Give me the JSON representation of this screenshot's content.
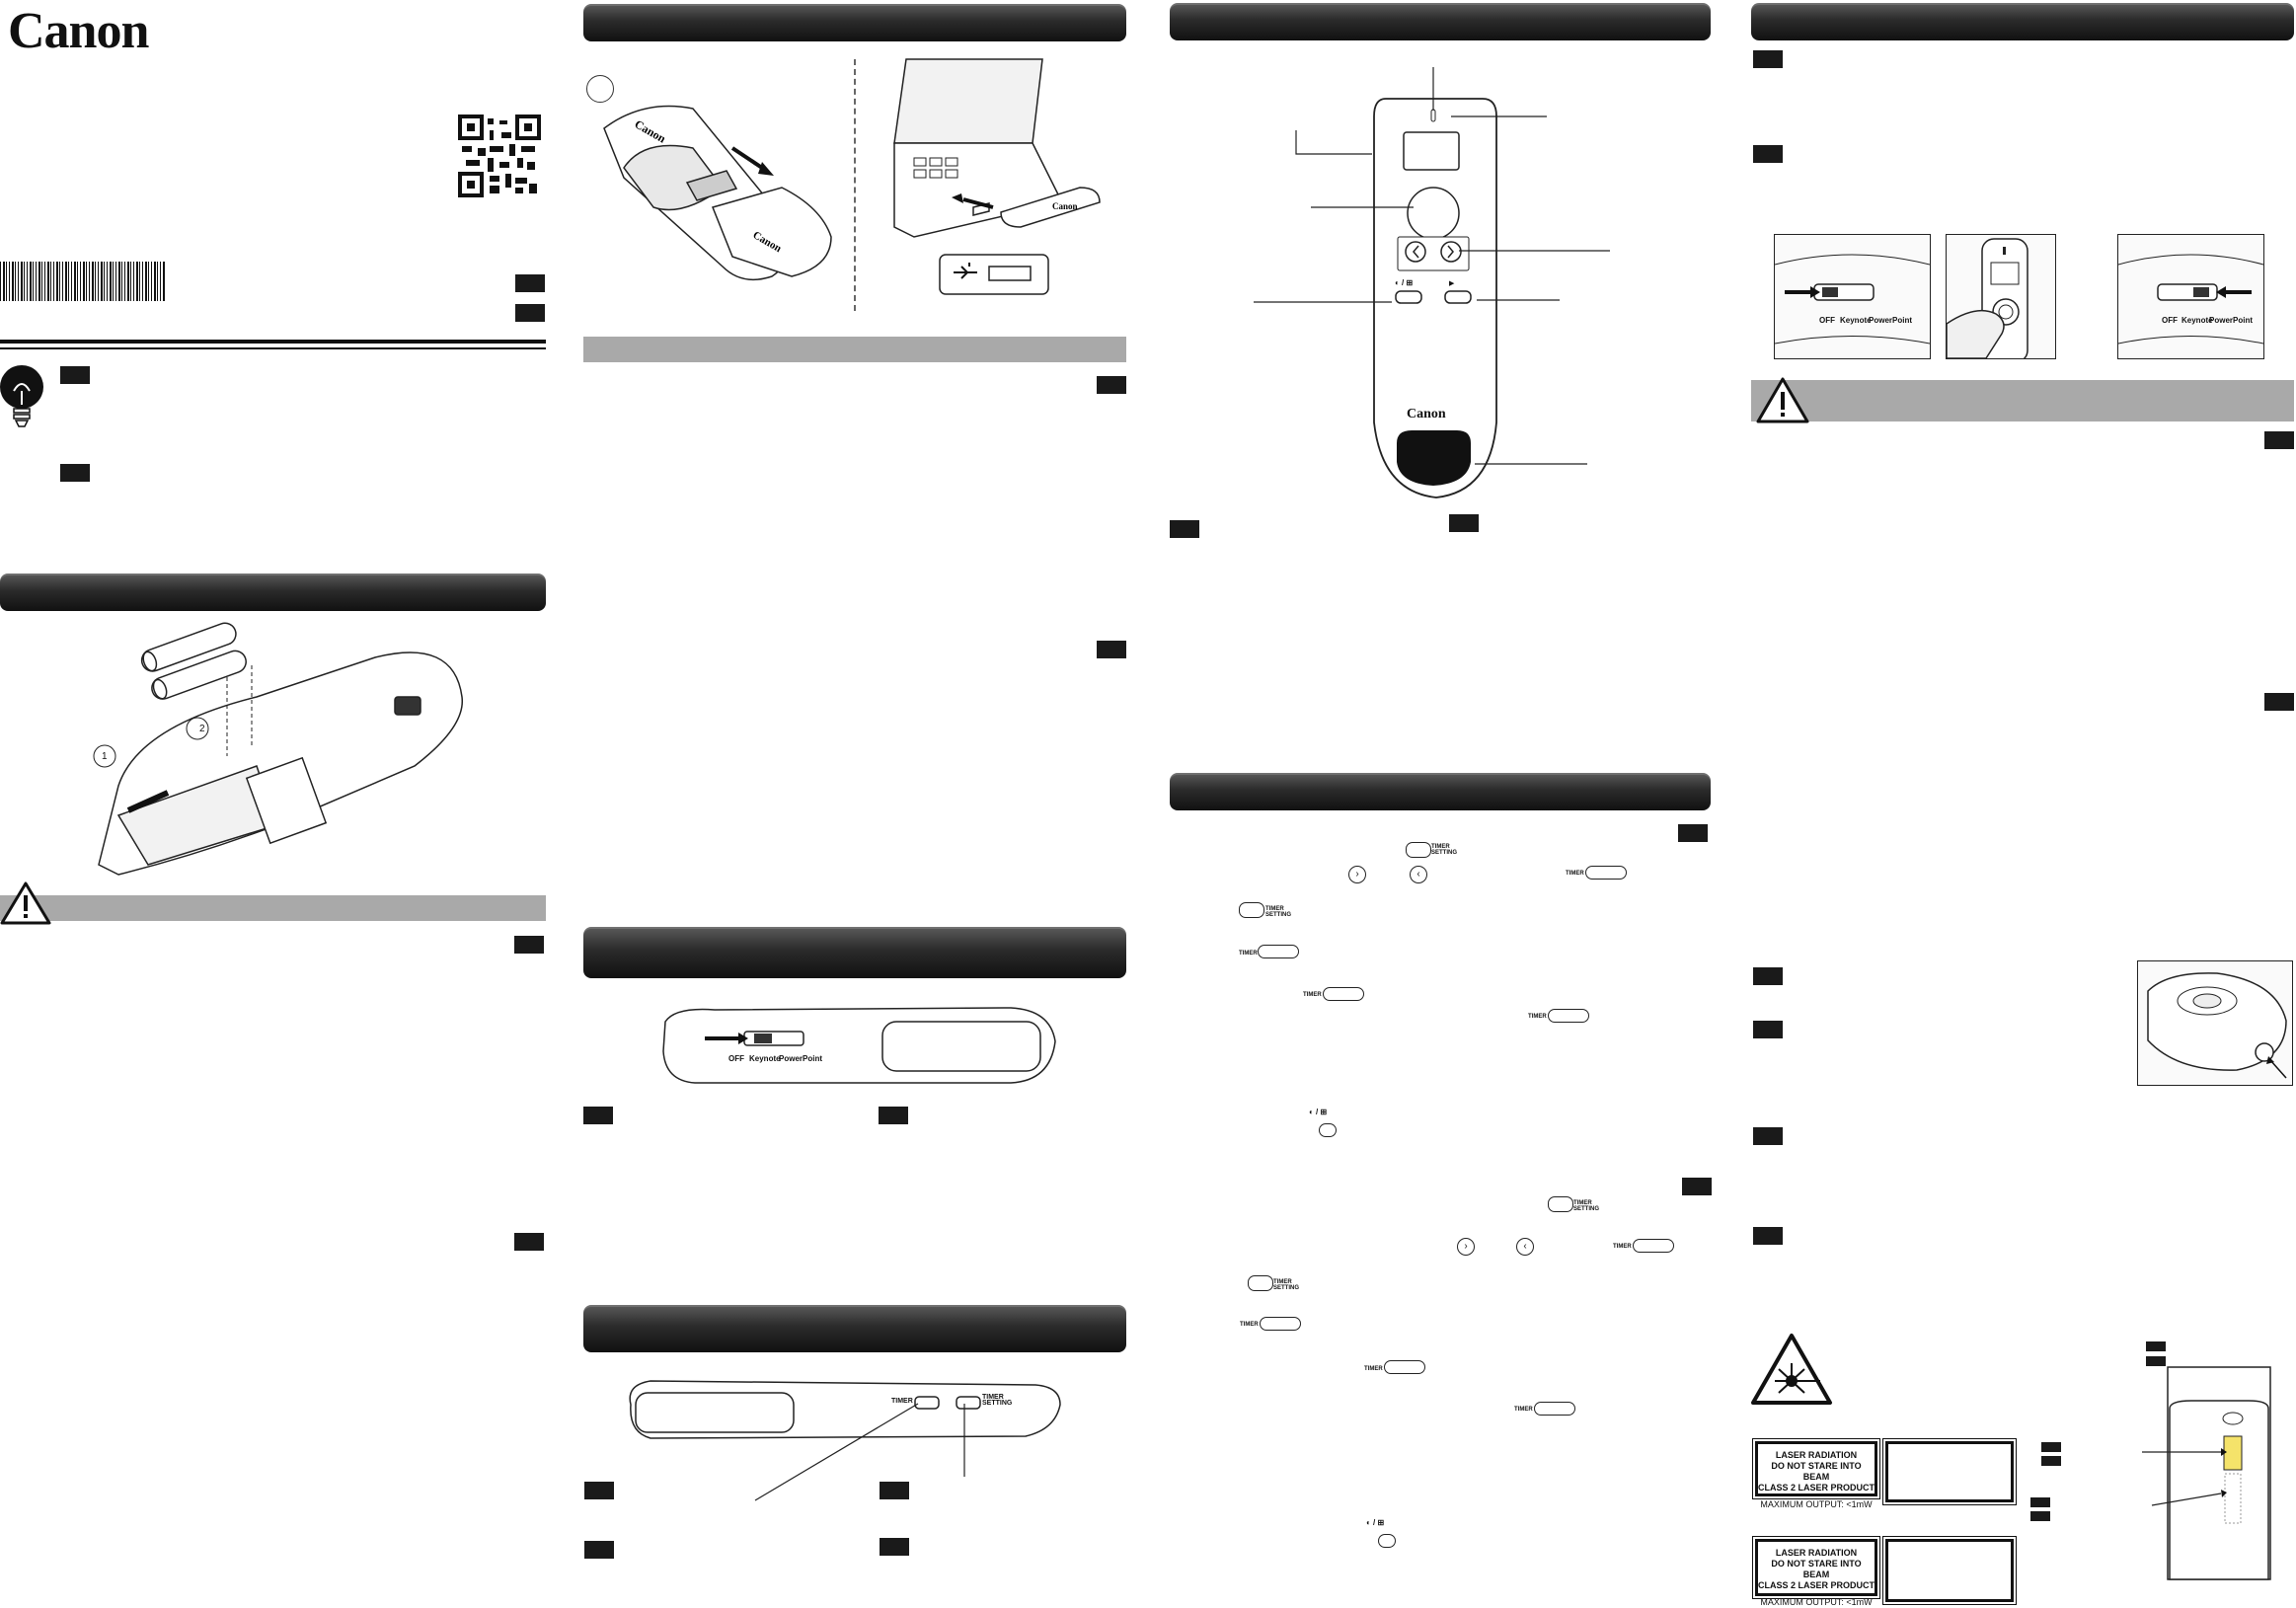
{
  "brand": {
    "logo_text": "Canon"
  },
  "device": {
    "brand_label": "Canon",
    "timer_label": "TIMER",
    "timer_setting_label": "TIMER SETTING",
    "button_icon_label": "◐ / ⊞",
    "play_icon": "▶"
  },
  "switch": {
    "labels": [
      "OFF",
      "Keynote",
      "PowerPoint"
    ]
  },
  "keys": {
    "timer": "TIMER",
    "timer_setting_line1": "TIMER",
    "timer_setting_line2": "SETTING"
  },
  "laser_label": {
    "line1": "LASER RADIATION",
    "line2": "DO NOT STARE INTO BEAM",
    "line3": "CLASS 2 LASER PRODUCT",
    "line4": "MAXIMUM OUTPUT: <1mW"
  },
  "steps": {
    "step1": "1",
    "step2": "2"
  },
  "colors": {
    "header_bar": "#2b2b2b",
    "gray_bar": "#a9a9a9",
    "tag": "#1a1a1a"
  }
}
